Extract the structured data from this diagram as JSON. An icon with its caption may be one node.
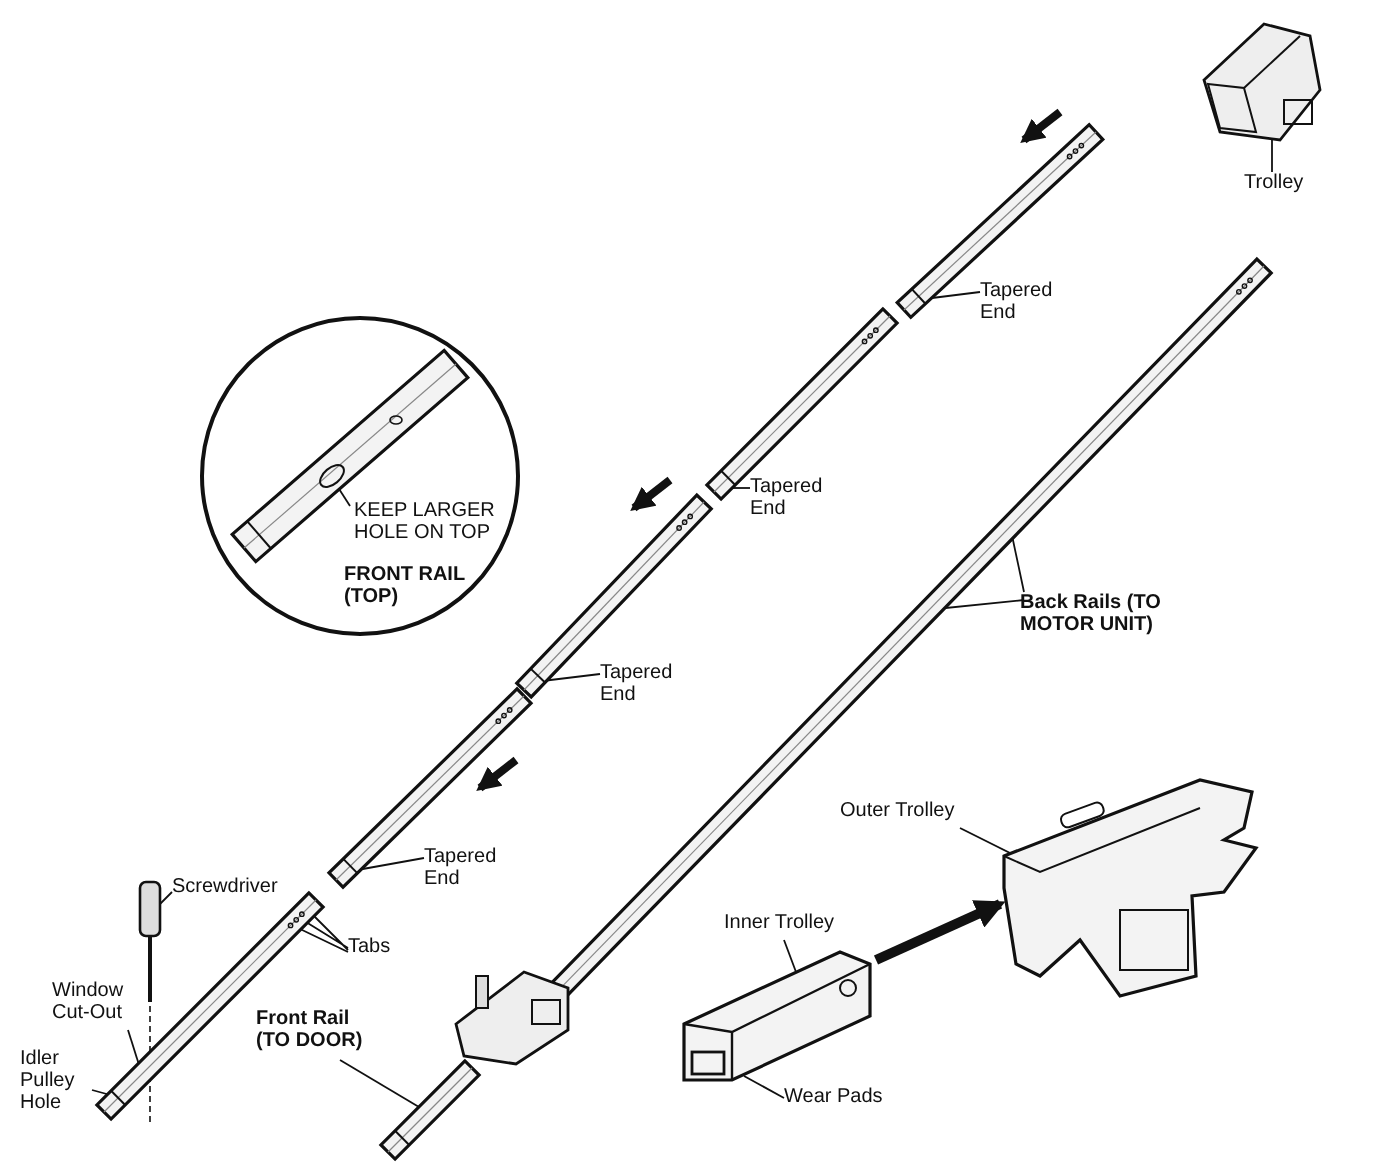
{
  "diagram": {
    "nodes": [
      {
        "text": [
          "Trolley"
        ]
      },
      {
        "text": [],
        "shape": "picture"
      },
      {
        "text": [],
        "shape": "bar"
      },
      {
        "text": [
          "Tapered End"
        ]
      },
      {
        "text": [],
        "shape": "bar"
      },
      {
        "text": [
          "FRONT RAIL (TOP)"
        ]
      },
      {
        "text": [
          "KEEP LARGER HOLE ON TOP"
        ],
        "in": 5
      },
      {
        "text": [],
        "shape": "bar",
        "in": 5
      },
      {
        "text": [
          "Tapered End"
        ]
      },
      {
        "text": [],
        "shape": "bar"
      },
      {
        "text": [
          "Back Rails (TO MOTOR UNIT)"
        ]
      },
      {
        "text": [],
        "shape": "bar"
      },
      {
        "text": [
          "Tapered End"
        ]
      },
      {
        "text": [],
        "shape": "bar"
      },
      {
        "text": [
          "Outer Trolley"
        ]
      },
      {
        "text": [],
        "shape": "picture"
      },
      {
        "text": [
          "Tapered End"
        ]
      },
      {
        "text": [
          "Screwdriver"
        ]
      },
      {
        "text": [],
        "shape": "picture"
      },
      {
        "text": [
          "Tabs"
        ]
      },
      {
        "text": [
          "Inner Trolley"
        ]
      },
      {
        "text": [],
        "shape": "picture"
      },
      {
        "text": [
          "Window Cut-Out"
        ]
      },
      {
        "text": [
          "Idler Pulley Hole"
        ]
      },
      {
        "text": [],
        "shape": "bar"
      },
      {
        "text": [
          "Front Rail (TO DOOR)"
        ]
      },
      {
        "text": [],
        "shape": "bar"
      },
      {
        "text": [],
        "shape": "picture"
      },
      {
        "text": [
          "Wear Pads"
        ]
      }
    ],
    "edges": [
      {
        "from": 0,
        "to": 1,
        "arrow": "none"
      },
      {
        "from": 3,
        "to": 2,
        "arrow": "none"
      },
      {
        "from": 8,
        "to": 4,
        "arrow": "none"
      },
      {
        "from": 12,
        "to": 9,
        "arrow": "none"
      },
      {
        "from": 16,
        "to": 13,
        "arrow": "none"
      },
      {
        "from": 6,
        "to": 7,
        "arrow": "none"
      },
      {
        "from": 10,
        "to": 11,
        "arrow": "none"
      },
      {
        "from": 14,
        "to": 15,
        "arrow": "none"
      },
      {
        "from": 17,
        "to": 18,
        "arrow": "none"
      },
      {
        "from": 19,
        "to": 24,
        "arrow": "none"
      },
      {
        "from": 20,
        "to": 21,
        "arrow": "none"
      },
      {
        "from": 22,
        "to": 24,
        "arrow": "none"
      },
      {
        "from": 23,
        "to": 24,
        "arrow": "none"
      },
      {
        "from": 25,
        "to": 26,
        "arrow": "none"
      },
      {
        "from": 28,
        "to": 21,
        "arrow": "none"
      },
      {
        "from": 21,
        "to": 15,
        "arrow": "to",
        "style": "thick"
      }
    ]
  }
}
